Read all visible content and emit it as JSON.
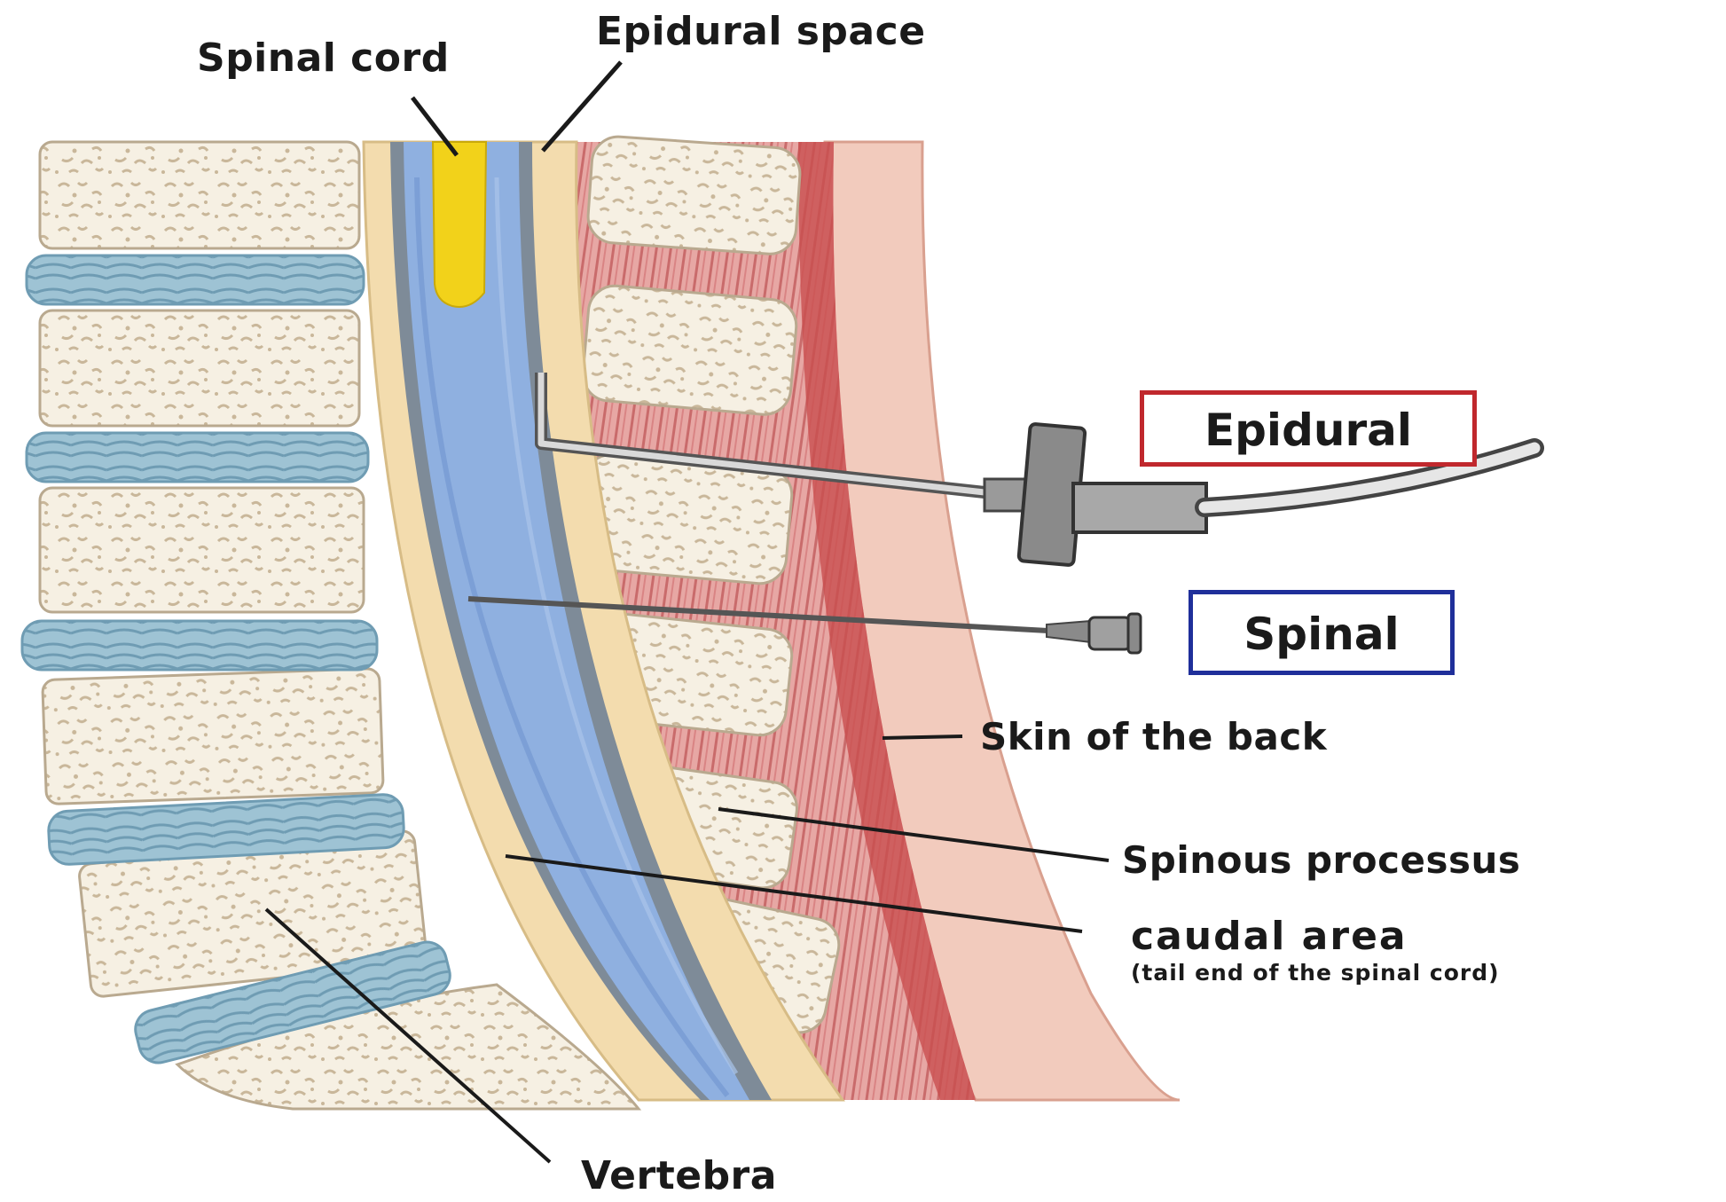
{
  "labels": {
    "spinal_cord": "Spinal cord",
    "epidural_space": "Epidural space",
    "epidural": "Epidural",
    "spinal": "Spinal",
    "skin_of_the_back": "Skin of the back",
    "spinous_processus": "Spinous processus",
    "caudal_area": "caudal area",
    "caudal_area_note": "(tail end of the spinal cord)",
    "vertebra": "Vertebra"
  },
  "colors": {
    "spinal_cord": "#f2d21a",
    "csf_canal": "#8fb0e0",
    "dura": "#6f7f8f",
    "epidural_fat": "#f3dcae",
    "muscle": "#d98a8a",
    "skin": "#f2cbbd",
    "bone": "#f6f0e3",
    "disc": "#8fb8cc",
    "epidural_box": "#c0282d",
    "spinal_box": "#1f2f9a"
  }
}
